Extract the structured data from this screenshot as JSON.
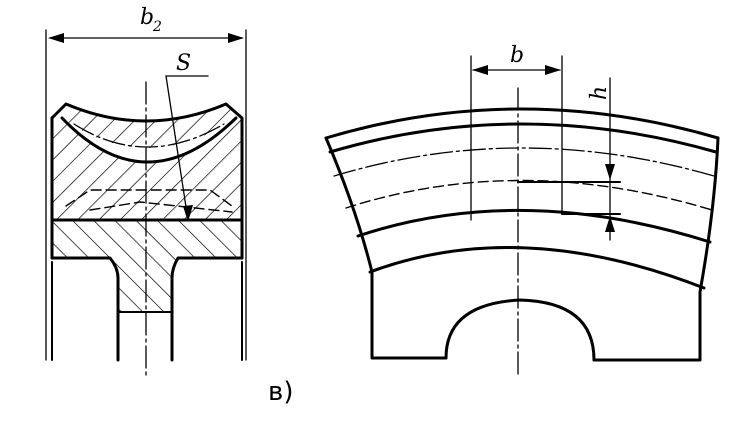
{
  "labels": {
    "b2": "b",
    "b2_sub": "2",
    "s": "S",
    "b": "b",
    "h": "h",
    "view": "в)"
  }
}
